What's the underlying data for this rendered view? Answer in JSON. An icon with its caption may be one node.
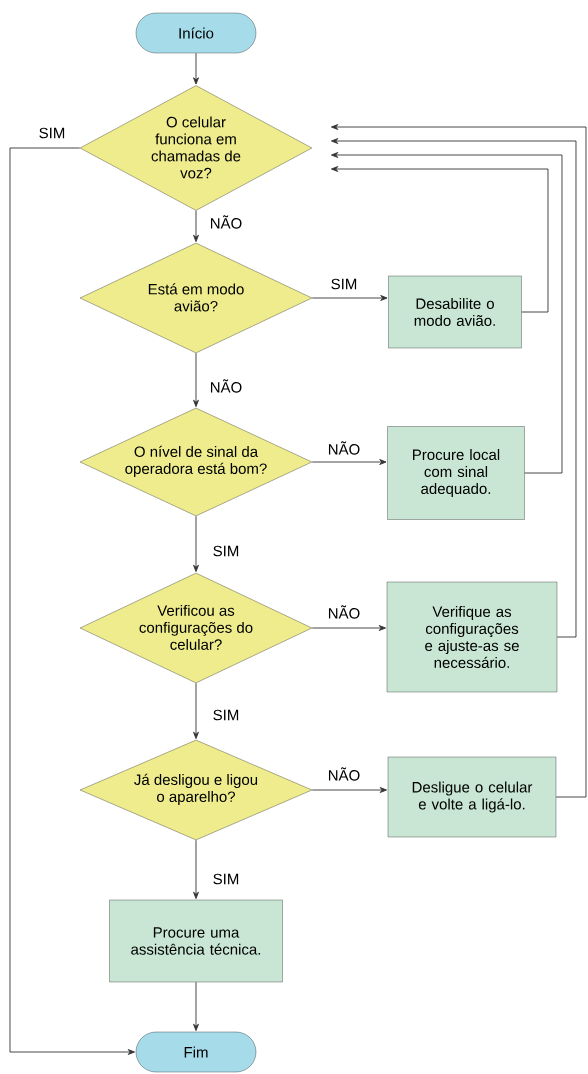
{
  "diagram": {
    "nodes": [
      {
        "text": [
          "Início"
        ]
      },
      {
        "text": [
          "O celular funciona em chamadas de voz?"
        ]
      },
      {
        "text": [
          "Está em modo avião?"
        ]
      },
      {
        "text": [
          "Desabilite o modo avião."
        ]
      },
      {
        "text": [
          "O nível de sinal da operadora está bom?"
        ]
      },
      {
        "text": [
          "Procure local com sinal adequado."
        ]
      },
      {
        "text": [
          "Verificou as configurações do celular?"
        ]
      },
      {
        "text": [
          "Verifique as configurações e ajuste-as se necessário."
        ]
      },
      {
        "text": [
          "Já desligou e ligou o aparelho?"
        ]
      },
      {
        "text": [
          "Desligue o celular e volte a ligá-lo."
        ]
      },
      {
        "text": [
          "Procure uma assistência técnica."
        ]
      },
      {
        "text": [
          "Fim"
        ]
      }
    ],
    "edges": [
      {
        "from": 0,
        "to": 1,
        "arrow": "to"
      },
      {
        "from": 1,
        "to": 2,
        "arrow": "to",
        "label": "NÃO"
      },
      {
        "from": 1,
        "to": 11,
        "arrow": "to",
        "label": "SIM"
      },
      {
        "from": 2,
        "to": 3,
        "arrow": "to",
        "label": "SIM"
      },
      {
        "from": 3,
        "to": 1,
        "arrow": "to"
      },
      {
        "from": 2,
        "to": 4,
        "arrow": "to",
        "label": "NÃO"
      },
      {
        "from": 4,
        "to": 5,
        "arrow": "to",
        "label": "NÃO"
      },
      {
        "from": 5,
        "to": 1,
        "arrow": "to"
      },
      {
        "from": 4,
        "to": 6,
        "arrow": "to",
        "label": "SIM"
      },
      {
        "from": 6,
        "to": 7,
        "arrow": "to",
        "label": "NÃO"
      },
      {
        "from": 7,
        "to": 1,
        "arrow": "to"
      },
      {
        "from": 6,
        "to": 8,
        "arrow": "to",
        "label": "SIM"
      },
      {
        "from": 8,
        "to": 9,
        "arrow": "to",
        "label": "NÃO"
      },
      {
        "from": 9,
        "to": 1,
        "arrow": "to"
      },
      {
        "from": 8,
        "to": 10,
        "arrow": "to",
        "label": "SIM"
      },
      {
        "from": 10,
        "to": 11,
        "arrow": "to"
      }
    ]
  }
}
